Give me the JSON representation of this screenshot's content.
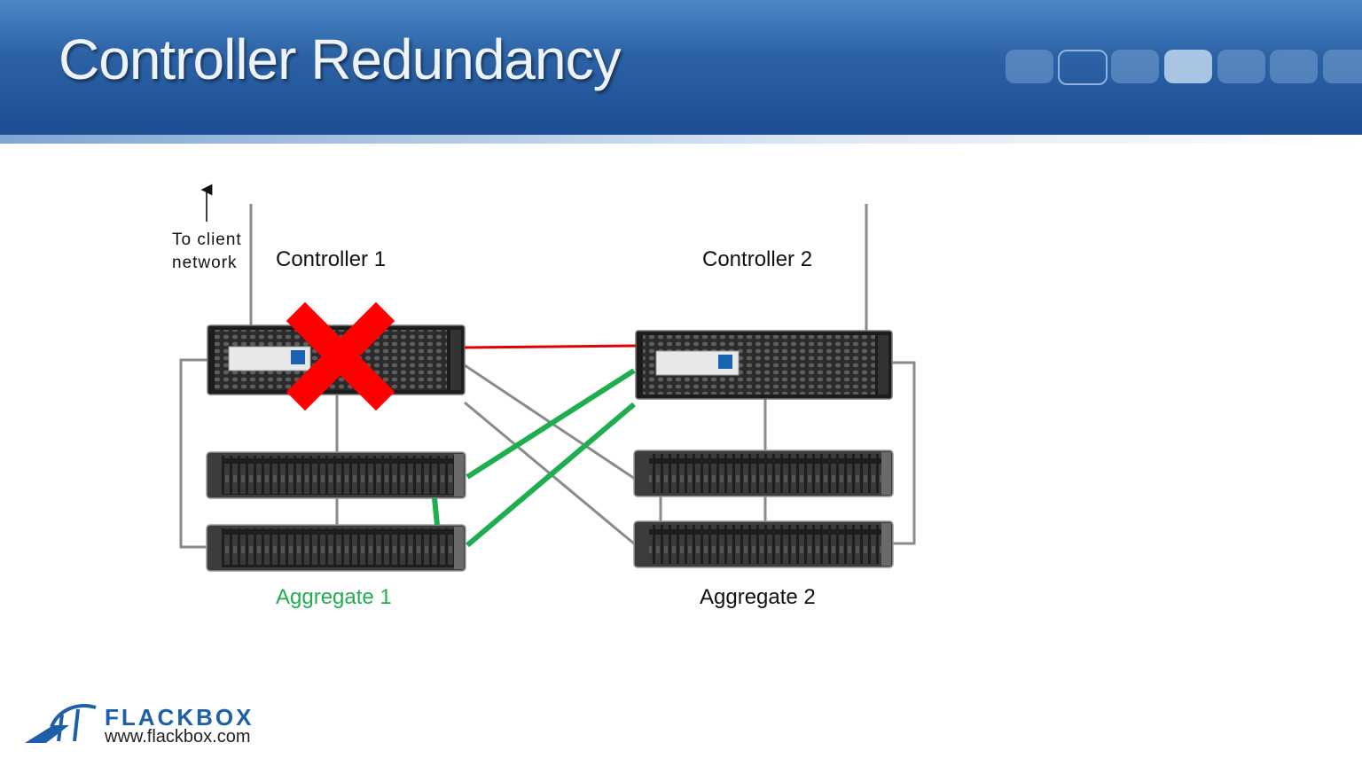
{
  "slide": {
    "title": "Controller Redundancy"
  },
  "diagram": {
    "client_note_line1": "To client",
    "client_note_line2": "network",
    "controller1_label": "Controller 1",
    "controller2_label": "Controller 2",
    "aggregate1_label": "Aggregate 1",
    "aggregate2_label": "Aggregate 2",
    "failed_marker_icon": "red-x-icon",
    "colors": {
      "failed_link": "#e00000",
      "takeover_path": "#1fae4f",
      "cable": "#8a8a8a",
      "failure_x": "#ff0000"
    }
  },
  "footer": {
    "brand": "FLACKBOX",
    "url": "www.flackbox.com",
    "logo_icon": "bridge-plane-logo-icon"
  }
}
